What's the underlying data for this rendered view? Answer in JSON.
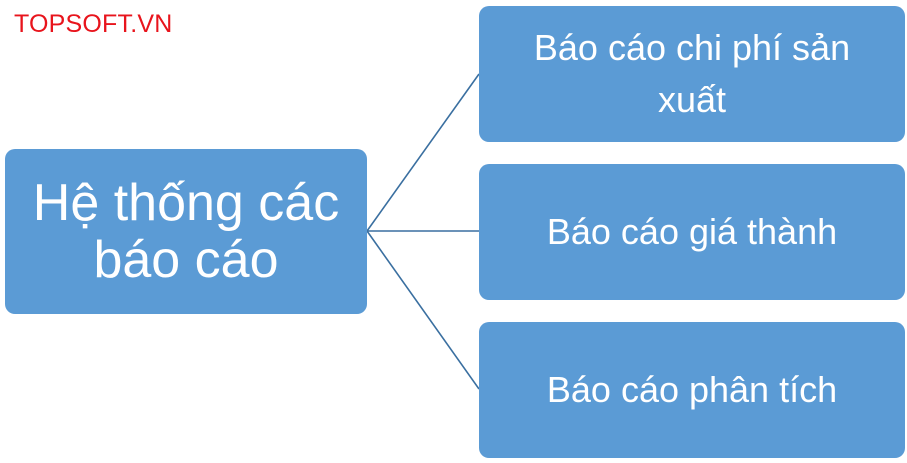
{
  "brand": {
    "text": "TOPSOFT.VN",
    "color": "#e8141c"
  },
  "diagram": {
    "box_color": "#5b9bd5",
    "connector_color": "#3a6fa0",
    "root": {
      "label": "Hệ thống các báo cáo"
    },
    "children": [
      {
        "label": "Báo cáo chi phí sản xuất"
      },
      {
        "label": "Báo cáo giá thành"
      },
      {
        "label": "Báo cáo phân tích"
      }
    ]
  }
}
